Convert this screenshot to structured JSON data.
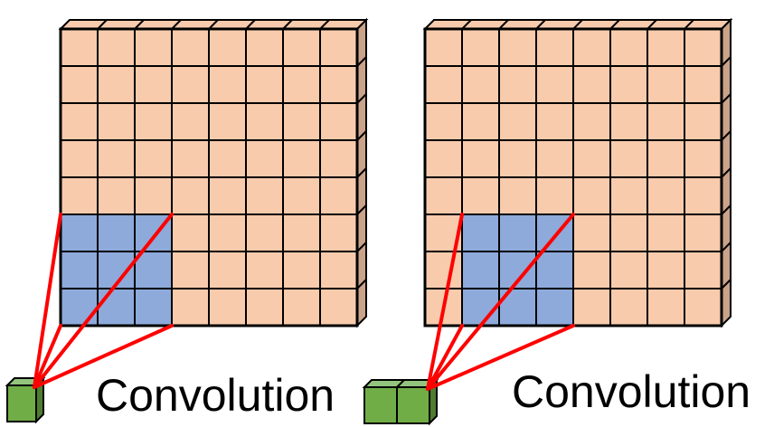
{
  "grids": [
    {
      "name": "left",
      "rows": 8,
      "cols": 8,
      "highlight": {
        "row_start": 5,
        "col_start": 0,
        "size": 3
      },
      "output_cells": 1,
      "caption": "Convolution"
    },
    {
      "name": "right",
      "rows": 8,
      "cols": 8,
      "highlight": {
        "row_start": 5,
        "col_start": 1,
        "size": 3
      },
      "output_cells": 2,
      "caption": "Convolution"
    }
  ],
  "colors": {
    "cell_fill": "#f8cbad",
    "cell_side": "#caa38a",
    "highlight_fill": "#8eaadb",
    "output_fill": "#70ad47",
    "output_side": "#4f7d30",
    "output_top": "#93c47d",
    "line": "#ff0000",
    "stroke": "#000000"
  }
}
